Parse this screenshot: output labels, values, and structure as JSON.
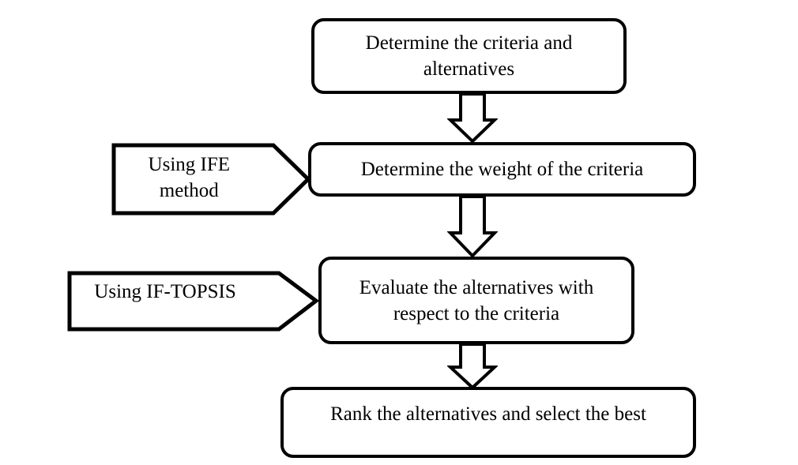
{
  "diagram": {
    "title": "IFE / IF-TOPSIS decision making flowchart",
    "background_color": "#ffffff",
    "stroke_color": "#000000",
    "text_color": "#000000",
    "steps": [
      {
        "id": "step-1",
        "label": "Determine the criteria and alternatives"
      },
      {
        "id": "step-2",
        "label": "Determine the weight of the criteria"
      },
      {
        "id": "step-3",
        "label": "Evaluate the alternatives with respect to the criteria"
      },
      {
        "id": "step-4",
        "label": "Rank the alternatives and select the best"
      }
    ],
    "step_lines": {
      "step_1_line_1": "Determine the criteria and",
      "step_1_line_2": "alternatives",
      "step_2_line_1": "Determine the weight of the criteria",
      "step_3_line_1": "Evaluate the alternatives with",
      "step_3_line_2": "respect to the criteria",
      "step_4_line_1": "Rank the alternatives and select the best"
    },
    "callouts": [
      {
        "id": "callout-ife",
        "line_1": "Using IFE",
        "line_2": "method",
        "points_to": "step-2"
      },
      {
        "id": "callout-iftopsis",
        "line_1": "Using IF-TOPSIS",
        "line_2": "",
        "points_to": "step-3"
      }
    ],
    "connectors": [
      {
        "id": "arrow-1",
        "from": "step-1",
        "to": "step-2",
        "direction": "down",
        "style": "hollow-block-arrow"
      },
      {
        "id": "arrow-2",
        "from": "step-2",
        "to": "step-3",
        "direction": "down",
        "style": "hollow-block-arrow"
      },
      {
        "id": "arrow-3",
        "from": "step-3",
        "to": "step-4",
        "direction": "down",
        "style": "hollow-block-arrow"
      }
    ]
  }
}
